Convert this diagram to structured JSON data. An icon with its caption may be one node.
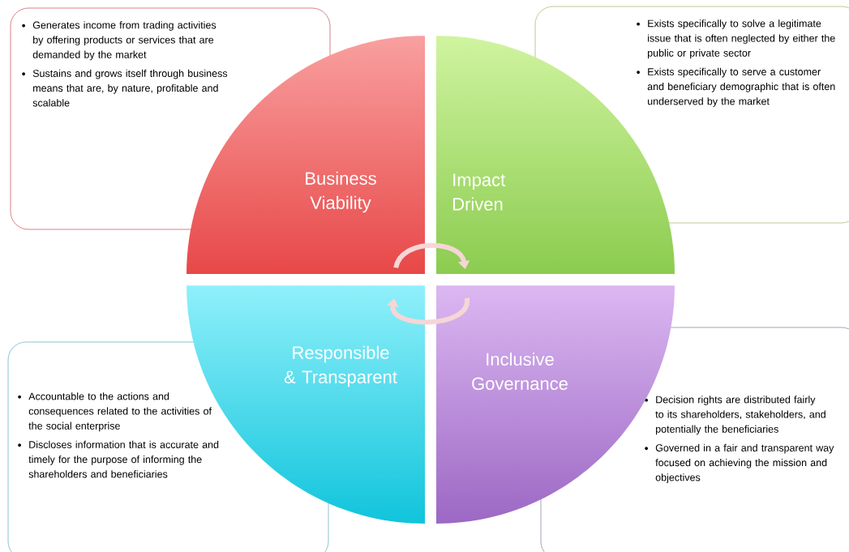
{
  "diagram": {
    "nodes": [
      {
        "text": [
          "Business Viability"
        ]
      },
      {
        "text": [
          "Impact Driven"
        ]
      },
      {
        "text": [
          "Responsible & Transparent"
        ]
      },
      {
        "text": [
          "Inclusive Governance"
        ]
      },
      {
        "text": [
          "Generates income from trading activities by offering products or services that are demanded by the market",
          "Sustains and grows itself through business means that are, by nature, profitable and scalable"
        ]
      },
      {
        "text": [
          "Exists specifically to solve a legitimate issue that is often neglected by either the public or private sector",
          "Exists specifically to serve a customer and beneficiary demographic that is often underserved by the market"
        ]
      },
      {
        "text": [
          "Accountable to the actions and consequences related to the activities of the social enterprise",
          "Discloses information that is accurate and timely for the purpose of informing the shareholders and beneficiaries"
        ]
      },
      {
        "text": [
          "Decision rights are distributed fairly to its shareholders, stakeholders, and potentially the beneficiaries",
          "Governed in a fair and transparent way focused on achieving the mission and objectives"
        ]
      }
    ],
    "edges": [
      {
        "from": 0,
        "to": 1,
        "arrow": "to"
      },
      {
        "from": 3,
        "to": 2,
        "arrow": "to"
      }
    ]
  }
}
